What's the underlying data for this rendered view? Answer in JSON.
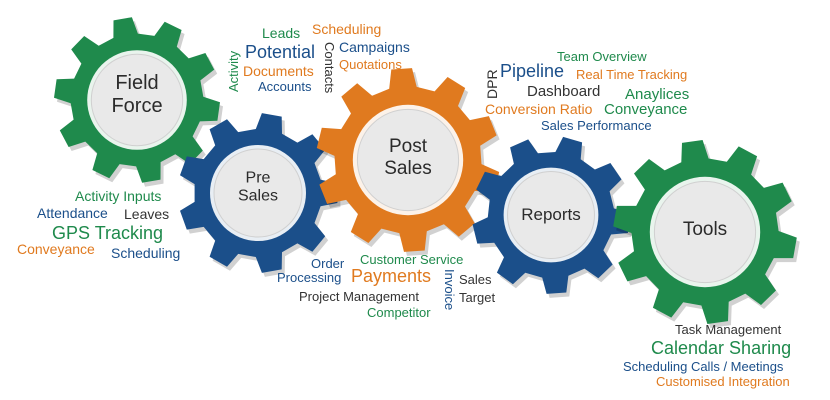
{
  "colors": {
    "green": "#1f8a4c",
    "blue": "#1b4f8a",
    "orange": "#e07a1f",
    "dark": "#333333",
    "hub_fill": "#e9e9e9"
  },
  "gears": [
    {
      "id": "field-force",
      "lines": [
        "Field",
        "Force"
      ],
      "color": "green"
    },
    {
      "id": "pre-sales",
      "lines": [
        "Pre",
        "Sales"
      ],
      "color": "blue"
    },
    {
      "id": "post-sales",
      "lines": [
        "Post",
        "Sales"
      ],
      "color": "orange"
    },
    {
      "id": "reports",
      "lines": [
        "Reports"
      ],
      "color": "blue"
    },
    {
      "id": "tools",
      "lines": [
        "Tools"
      ],
      "color": "green"
    }
  ],
  "keywords": {
    "field_force": [
      {
        "text": "Activity",
        "color": "green"
      },
      {
        "text": "Leads",
        "color": "green"
      },
      {
        "text": "Scheduling",
        "color": "orange"
      },
      {
        "text": "Potential",
        "color": "blue"
      },
      {
        "text": "Contacts",
        "color": "dark"
      },
      {
        "text": "Campaigns",
        "color": "blue"
      },
      {
        "text": "Documents",
        "color": "orange"
      },
      {
        "text": "Quotations",
        "color": "orange"
      },
      {
        "text": "Accounts",
        "color": "blue"
      }
    ],
    "reports": [
      {
        "text": "DPR",
        "color": "dark"
      },
      {
        "text": "Pipeline",
        "color": "blue"
      },
      {
        "text": "Team Overview",
        "color": "green"
      },
      {
        "text": "Real Time Tracking",
        "color": "orange"
      },
      {
        "text": "Dashboard",
        "color": "dark"
      },
      {
        "text": "Anaylices",
        "color": "green"
      },
      {
        "text": "Conversion Ratio",
        "color": "orange"
      },
      {
        "text": "Conveyance",
        "color": "green"
      },
      {
        "text": "Sales Performance",
        "color": "blue"
      }
    ],
    "pre_sales": [
      {
        "text": "Activity Inputs",
        "color": "green"
      },
      {
        "text": "Attendance",
        "color": "blue"
      },
      {
        "text": "Leaves",
        "color": "dark"
      },
      {
        "text": "GPS Tracking",
        "color": "green"
      },
      {
        "text": "Conveyance",
        "color": "orange"
      },
      {
        "text": "Scheduling",
        "color": "blue"
      }
    ],
    "post_sales": [
      {
        "text": "Order",
        "color": "blue"
      },
      {
        "text": "Customer Service",
        "color": "green"
      },
      {
        "text": "Processing",
        "color": "blue"
      },
      {
        "text": "Payments",
        "color": "orange"
      },
      {
        "text": "Invoice",
        "color": "blue"
      },
      {
        "text": "Sales",
        "color": "dark"
      },
      {
        "text": "Project Management",
        "color": "dark"
      },
      {
        "text": "Target",
        "color": "dark"
      },
      {
        "text": "Competitor",
        "color": "green"
      }
    ],
    "tools": [
      {
        "text": "Task Management",
        "color": "dark"
      },
      {
        "text": "Calendar Sharing",
        "color": "green"
      },
      {
        "text": "Scheduling Calls / Meetings",
        "color": "blue"
      },
      {
        "text": "Customised Integration",
        "color": "orange"
      }
    ]
  }
}
